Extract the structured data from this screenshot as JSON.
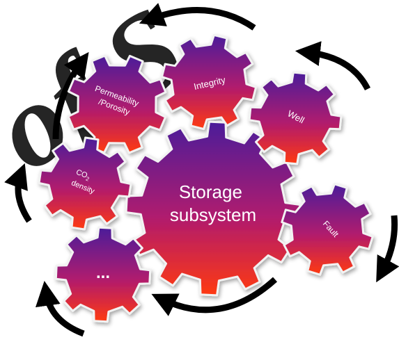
{
  "watermark": "of S",
  "colors": {
    "gear_top": "#4b1f9a",
    "gear_mid": "#b01a6e",
    "gear_bottom": "#ff3a10",
    "gear_outline": "#f2f2f2",
    "arrows": "#000000"
  },
  "center_gear": {
    "line1": "Storage",
    "line2": "subsystem"
  },
  "gears": {
    "integrity": "Integrity",
    "well": "Well",
    "fault": "Fault",
    "permeability": {
      "line1": "Permeability",
      "line2": "/Porosity"
    },
    "co2": {
      "line1": "CO",
      "sub": "2",
      "line2": "density"
    },
    "more": "..."
  },
  "arrows": {
    "count": 7,
    "direction": "clockwise"
  }
}
